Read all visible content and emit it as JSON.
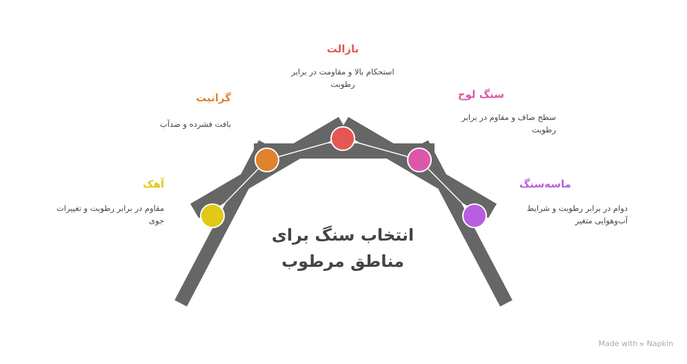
{
  "title": {
    "line1": "انتخاب سنگ برای",
    "line2": "مناطق مرطوب"
  },
  "items": [
    {
      "name": "آهک",
      "desc": "مقاوم در برابر رطوبت و تغییرات جوی",
      "color": "#E0C917"
    },
    {
      "name": "گرانیت",
      "desc": "بافت فشرده و ضدآب",
      "color": "#E08330"
    },
    {
      "name": "بازالت",
      "desc": "استحکام بالا و مقاومت در برابر رطوبت",
      "color": "#E45752"
    },
    {
      "name": "سنگ لوح",
      "desc": "سطح صاف و مقاوم در برابر رطوبت",
      "color": "#DD57A8"
    },
    {
      "name": "ماسه‌سنگ",
      "desc": "دوام در برابر رطوبت و شرایط آب‌وهوایی متغیر",
      "color": "#B85EE0"
    }
  ],
  "footer": "Made with ⪢ Napkin"
}
